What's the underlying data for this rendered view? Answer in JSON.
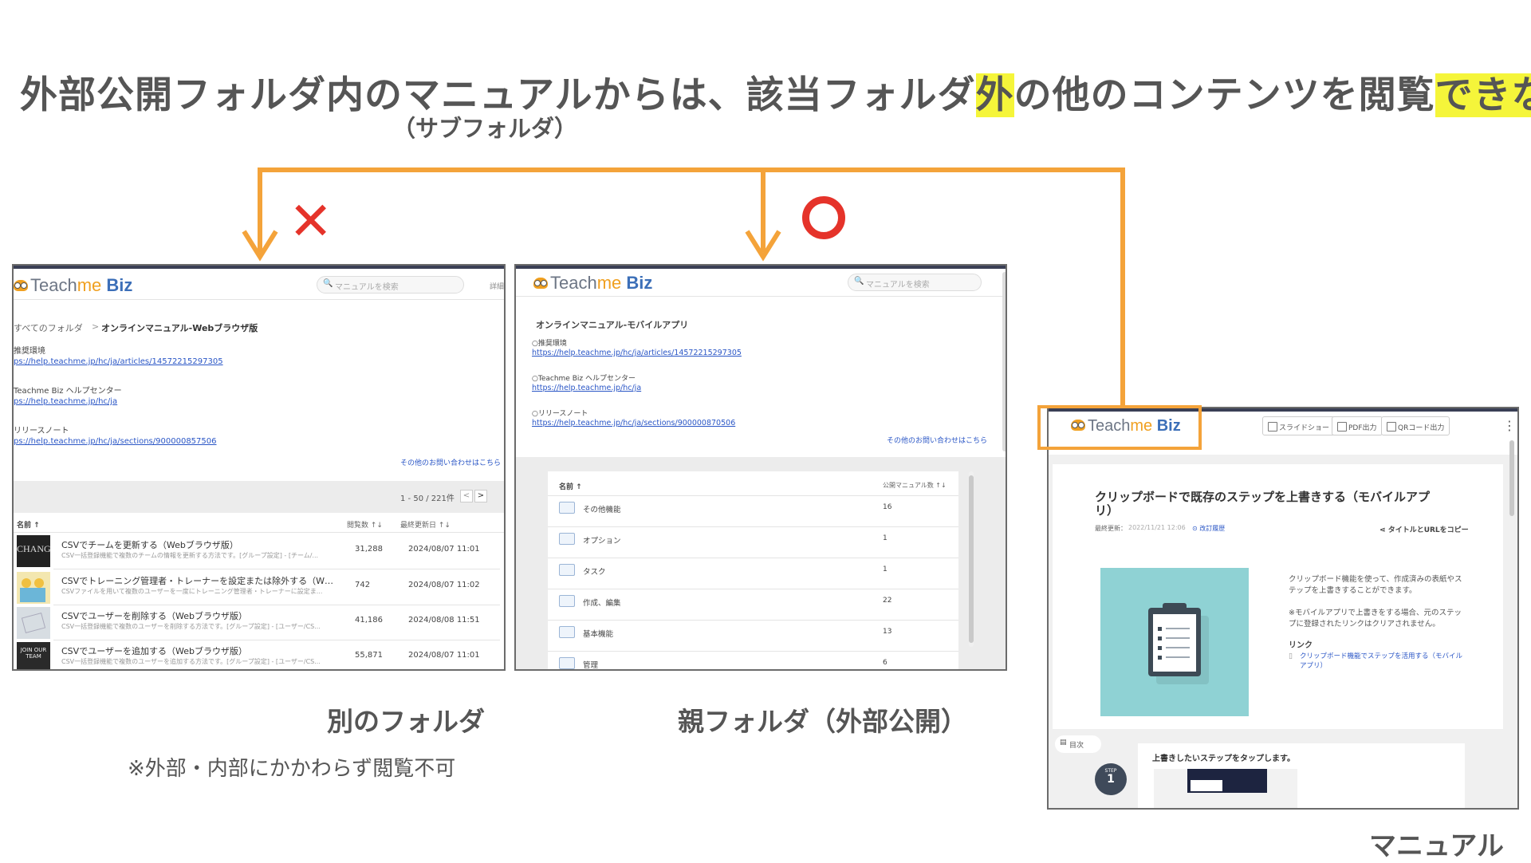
{
  "headline": {
    "part1": "外部公開フォルダ内のマニュアルからは、該当フォルダ",
    "hl1": "外",
    "part2": "の他のコンテンツを閲覧",
    "hl2": "できない",
    "sub": "（サブフォルダ）"
  },
  "marks": {
    "cross": "✕",
    "circle": "○"
  },
  "panel_left": {
    "logo_pre": "Teach",
    "logo_mid": "me",
    "logo_biz": "Biz",
    "search_placeholder": "マニュアルを検索",
    "detail": "詳細検",
    "breadcrumb_root": "すべてのフォルダ",
    "breadcrumb_sep": ">",
    "breadcrumb_current": "オンラインマニュアル-Webブラウザ版",
    "desc": [
      {
        "label": "推奨環境",
        "link": "ps://help.teachme.jp/hc/ja/articles/14572215297305"
      },
      {
        "label": "Teachme Biz ヘルプセンター",
        "link": "ps://help.teachme.jp/hc/ja"
      },
      {
        "label": "リリースノート",
        "link": "ps://help.teachme.jp/hc/ja/sections/900000857506"
      }
    ],
    "contact": "その他のお問い合わせはこちら",
    "pager": "1 - 50 / 221件",
    "col_name": "名前 ↑",
    "col_views": "閲覧数 ↑↓",
    "col_updated": "最終更新日 ↑↓",
    "rows": [
      {
        "thumb": "CHANGE",
        "title": "CSVでチームを更新する（Webブラウザ版）",
        "desc": "CSV一括登録機能で複数のチームの情報を更新する方法です。[グループ設定] - [チーム/...",
        "views": "31,288",
        "date": "2024/08/07 11:01"
      },
      {
        "thumb": "",
        "title": "CSVでトレーニング管理者・トレーナーを設定または除外する（W…",
        "desc": "CSVファイルを用いて複数のユーザーを一度にトレーニング管理者・トレーナーに設定ま...",
        "views": "742",
        "date": "2024/08/07 11:02"
      },
      {
        "thumb": "",
        "title": "CSVでユーザーを削除する（Webブラウザ版）",
        "desc": "CSV一括登録機能で複数のユーザーを削除する方法です。[グループ設定] - [ユーザー/CS...",
        "views": "41,186",
        "date": "2024/08/08 11:51"
      },
      {
        "thumb": "JOIN OUR TEAM",
        "title": "CSVでユーザーを追加する（Webブラウザ版）",
        "desc": "CSV一括登録機能で複数のユーザーを追加する方法です。[グループ設定] - [ユーザー/CS...",
        "views": "55,871",
        "date": "2024/08/07 11:01"
      }
    ]
  },
  "panel_middle": {
    "logo_pre": "Teach",
    "logo_mid": "me",
    "logo_biz": "Biz",
    "search_placeholder": "マニュアルを検索",
    "title": "オンラインマニュアル-モバイルアプリ",
    "desc": [
      {
        "label": "○推奨環境",
        "link": "https://help.teachme.jp/hc/ja/articles/14572215297305"
      },
      {
        "label": "○Teachme Biz ヘルプセンター",
        "link": "https://help.teachme.jp/hc/ja"
      },
      {
        "label": "○リリースノート",
        "link": "https://help.teachme.jp/hc/ja/sections/900000870506"
      }
    ],
    "contact": "その他のお問い合わせはこちら",
    "col_name": "名前 ↑",
    "col_count": "公開マニュアル数 ↑↓",
    "folders": [
      {
        "name": "その他機能",
        "count": "16"
      },
      {
        "name": "オプション",
        "count": "1"
      },
      {
        "name": "タスク",
        "count": "1"
      },
      {
        "name": "作成、編集",
        "count": "22"
      },
      {
        "name": "基本機能",
        "count": "13"
      },
      {
        "name": "管理",
        "count": "6"
      }
    ]
  },
  "panel_right": {
    "logo_pre": "Teach",
    "logo_mid": "me",
    "logo_biz": "Biz",
    "btn_slideshow": "スライドショー",
    "btn_pdf": "PDF出力",
    "btn_qr": "QRコード出力",
    "more": "⋮",
    "title_line1": "クリップボードで既存のステップを上書きする（モバイルアプ",
    "title_line2": "リ）",
    "updated_label": "最終更新：",
    "updated_value": "2022/11/21 12:06",
    "history": "改訂履歴",
    "copy": "タイトルとURLをコピー",
    "body1": "クリップボード機能を使って、作成済みの表紙やス",
    "body2": "テップを上書きすることができます。",
    "body3": "※モバイルアプリで上書きをする場合、元のステッ",
    "body4": "プに登録されたリンクはクリアされません。",
    "link_heading": "リンク",
    "link1": "クリップボード機能でステップを活用する（モバイル",
    "link2": "アプリ）",
    "toc": "目次",
    "step_label": "STEP",
    "step_num": "1",
    "step_text": "上書きしたいステップをタップします。"
  },
  "captions": {
    "left": "別のフォルダ",
    "left_note": "※外部・内部にかかわらず閲覧不可",
    "middle": "親フォルダ（外部公開）",
    "right": "マニュアル"
  },
  "colors": {
    "arrow": "#f4a33a",
    "mark": "#e5332a",
    "highlight": "#f5f53a"
  }
}
